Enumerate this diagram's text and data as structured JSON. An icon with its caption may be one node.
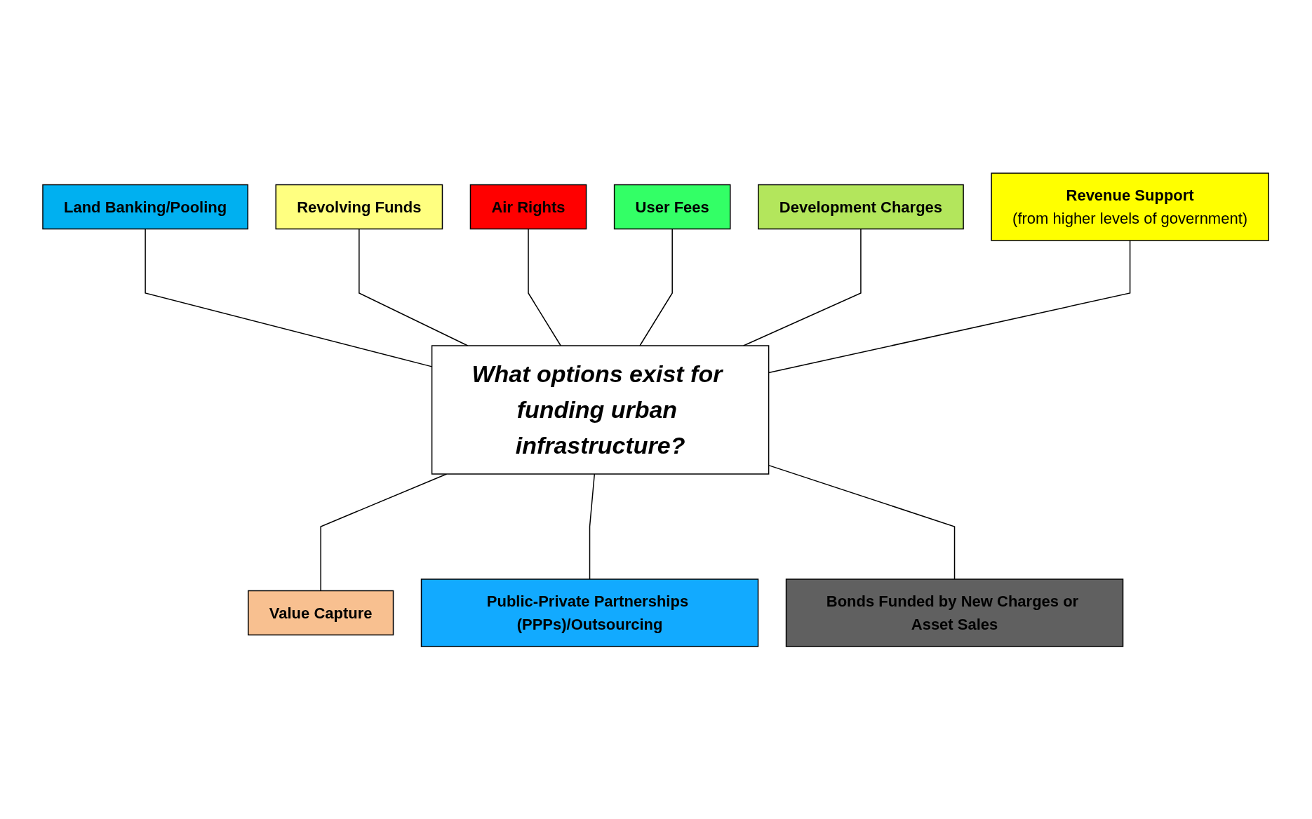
{
  "diagram": {
    "nodes": [
      {
        "text": [
          "Land Banking/Pooling"
        ]
      },
      {
        "text": [
          "Revolving Funds"
        ]
      },
      {
        "text": [
          "Air Rights"
        ]
      },
      {
        "text": [
          "User Fees"
        ]
      },
      {
        "text": [
          "Development Charges"
        ]
      },
      {
        "text": [
          "Revenue Support",
          "(from higher levels of government)"
        ]
      },
      {
        "text": [
          "What options exist for funding urban infrastructure?"
        ]
      },
      {
        "text": [
          "Value Capture"
        ]
      },
      {
        "text": [
          "Public-Private Partnerships (PPPs)/Outsourcing"
        ]
      },
      {
        "text": [
          "Bonds Funded by New Charges or Asset Sales"
        ]
      }
    ],
    "edges": [
      {
        "from": 0,
        "to": 6,
        "arrow": "none"
      },
      {
        "from": 1,
        "to": 6,
        "arrow": "none"
      },
      {
        "from": 2,
        "to": 6,
        "arrow": "none"
      },
      {
        "from": 3,
        "to": 6,
        "arrow": "none"
      },
      {
        "from": 4,
        "to": 6,
        "arrow": "none"
      },
      {
        "from": 5,
        "to": 6,
        "arrow": "none"
      },
      {
        "from": 6,
        "to": 7,
        "arrow": "none"
      },
      {
        "from": 6,
        "to": 8,
        "arrow": "none"
      },
      {
        "from": 6,
        "to": 9,
        "arrow": "none"
      }
    ]
  }
}
